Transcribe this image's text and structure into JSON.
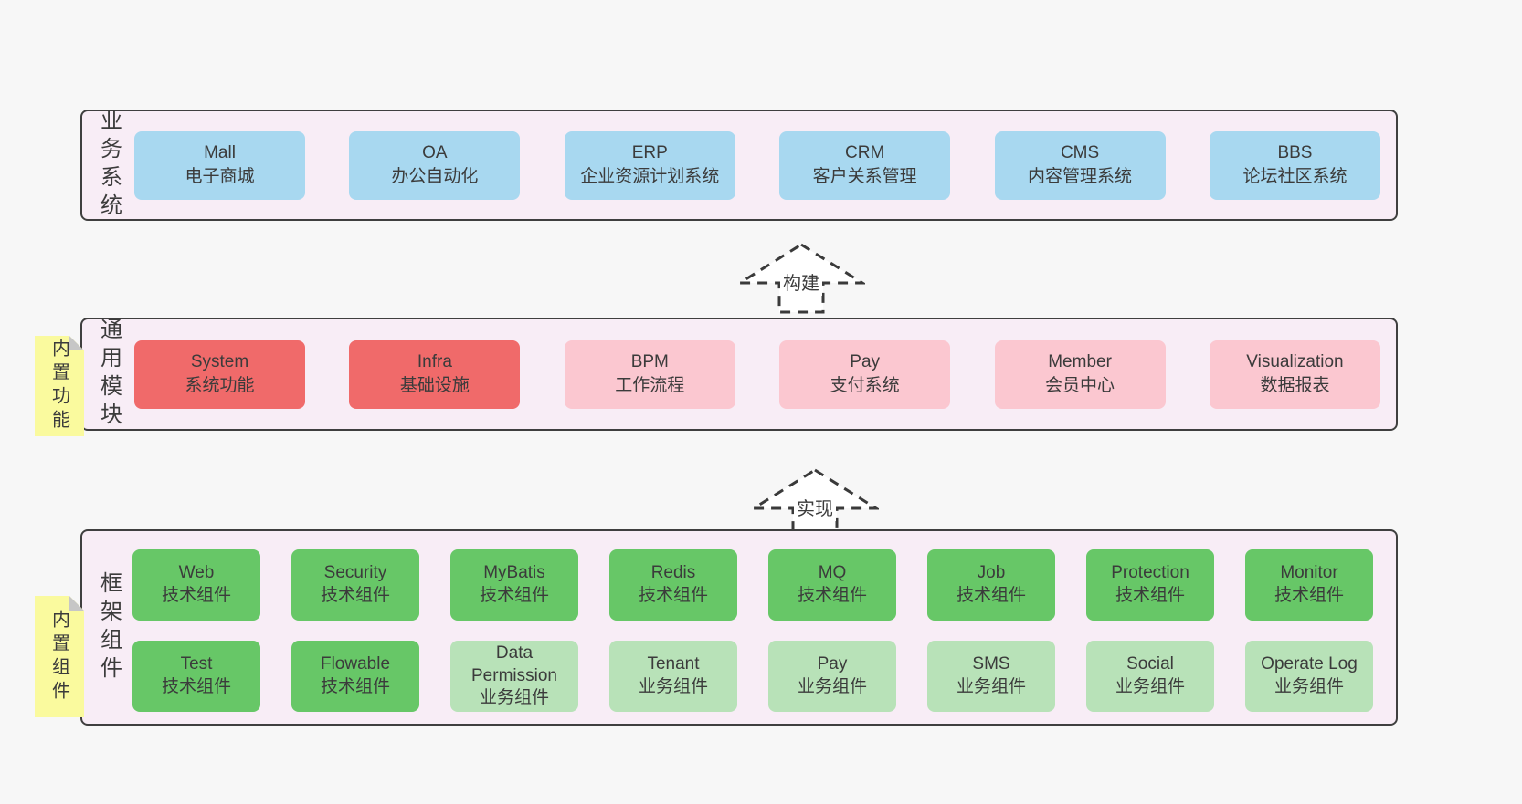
{
  "palette": {
    "page_background": "#f7f7f7",
    "container_fill": "#f8edf6",
    "container_border": "#3f3f3f",
    "business_box_blue": "#a8d8f0",
    "module_box_red": "#f06a6a",
    "module_box_pink": "#fbc7d0",
    "component_box_green": "#67c767",
    "component_box_light_green": "#b8e2b8",
    "note_yellow": "#fafa9e",
    "note_fold_gray": "#c6c6c6",
    "text": "#3b3b3b"
  },
  "layers": [
    {
      "label": "业务系统",
      "boxes": [
        {
          "title": "Mall",
          "subtitle": "电子商城"
        },
        {
          "title": "OA",
          "subtitle": "办公自动化"
        },
        {
          "title": "ERP",
          "subtitle": "企业资源计划系统"
        },
        {
          "title": "CRM",
          "subtitle": "客户关系管理"
        },
        {
          "title": "CMS",
          "subtitle": "内容管理系统"
        },
        {
          "title": "BBS",
          "subtitle": "论坛社区系统"
        }
      ]
    },
    {
      "label": "通用模块",
      "note": "内置功能",
      "boxes": [
        {
          "title": "System",
          "subtitle": "系统功能"
        },
        {
          "title": "Infra",
          "subtitle": "基础设施"
        },
        {
          "title": "BPM",
          "subtitle": "工作流程"
        },
        {
          "title": "Pay",
          "subtitle": "支付系统"
        },
        {
          "title": "Member",
          "subtitle": "会员中心"
        },
        {
          "title": "Visualization",
          "subtitle": "数据报表"
        }
      ]
    },
    {
      "label": "框架组件",
      "note": "内置组件",
      "rows": [
        [
          {
            "title": "Web",
            "subtitle": "技术组件"
          },
          {
            "title": "Security",
            "subtitle": "技术组件"
          },
          {
            "title": "MyBatis",
            "subtitle": "技术组件"
          },
          {
            "title": "Redis",
            "subtitle": "技术组件"
          },
          {
            "title": "MQ",
            "subtitle": "技术组件"
          },
          {
            "title": "Job",
            "subtitle": "技术组件"
          },
          {
            "title": "Protection",
            "subtitle": "技术组件"
          },
          {
            "title": "Monitor",
            "subtitle": "技术组件"
          }
        ],
        [
          {
            "title": "Test",
            "subtitle": "技术组件"
          },
          {
            "title": "Flowable",
            "subtitle": "技术组件"
          },
          {
            "title": "Data Permission",
            "subtitle": "业务组件"
          },
          {
            "title": "Tenant",
            "subtitle": "业务组件"
          },
          {
            "title": "Pay",
            "subtitle": "业务组件"
          },
          {
            "title": "SMS",
            "subtitle": "业务组件"
          },
          {
            "title": "Social",
            "subtitle": "业务组件"
          },
          {
            "title": "Operate Log",
            "subtitle": "业务组件"
          }
        ]
      ]
    }
  ],
  "arrows": [
    {
      "label": "构建"
    },
    {
      "label": "实现"
    }
  ]
}
